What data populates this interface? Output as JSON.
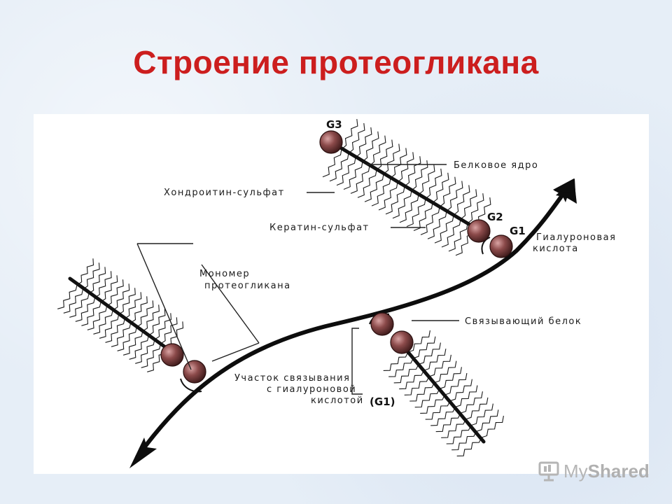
{
  "title": "Строение протеогликана",
  "labels": {
    "g3": "G3",
    "g2": "G2",
    "g1": "G1",
    "g1_bottom": "(G1)",
    "protein_core": "Белковое ядро",
    "chondroitin": "Хондроитин-сульфат",
    "keratin": "Кератин-сульфат",
    "hyaluronic_1": "Гиалуроновая",
    "hyaluronic_2": "кислота",
    "monomer_1": "Мономер",
    "monomer_2": "протеогликана",
    "link_protein": "Связывающий белок",
    "binding_1": "Участок связывания",
    "binding_2": "с гиалуроновой",
    "binding_3": "кислотой"
  },
  "watermark": {
    "brand_light": "My",
    "brand_bold": "Shared",
    "icon": "presentation-board-icon"
  },
  "colors": {
    "title": "#cc1e1e",
    "sphere": "#8b4a4a",
    "ink": "#111111"
  }
}
